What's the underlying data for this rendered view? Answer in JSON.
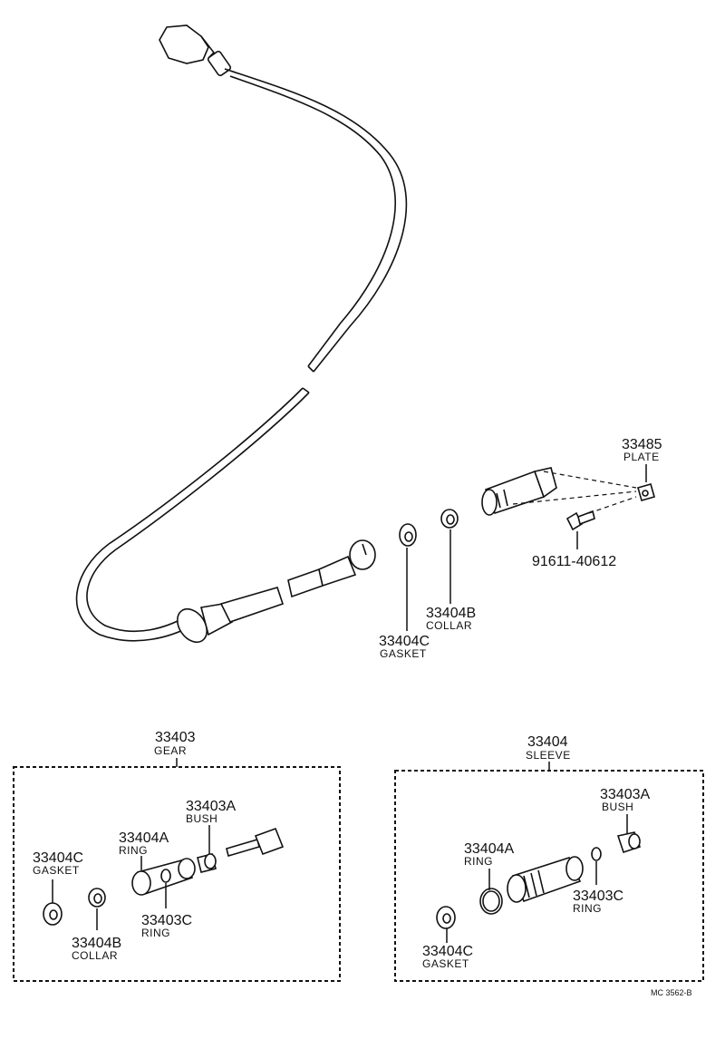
{
  "callouts": {
    "plate": {
      "number": "33485",
      "label": "PLATE"
    },
    "bolt": {
      "number": "91611-40612"
    },
    "collar_top": {
      "number": "33404B",
      "label": "COLLAR"
    },
    "gasket_top": {
      "number": "33404C",
      "label": "GASKET"
    }
  },
  "gear_box": {
    "number": "33403",
    "label": "GEAR",
    "bush": {
      "number": "33403A",
      "label": "BUSH"
    },
    "ring_a": {
      "number": "33404A",
      "label": "RING"
    },
    "gasket": {
      "number": "33404C",
      "label": "GASKET"
    },
    "ring_c": {
      "number": "33403C",
      "label": "RING"
    },
    "collar": {
      "number": "33404B",
      "label": "COLLAR"
    }
  },
  "sleeve_box": {
    "number": "33404",
    "label": "SLEEVE",
    "bush": {
      "number": "33403A",
      "label": "BUSH"
    },
    "ring_a": {
      "number": "33404A",
      "label": "RING"
    },
    "ring_c": {
      "number": "33403C",
      "label": "RING"
    },
    "gasket": {
      "number": "33404C",
      "label": "GASKET"
    }
  },
  "figure_code": "MC 3562-B"
}
